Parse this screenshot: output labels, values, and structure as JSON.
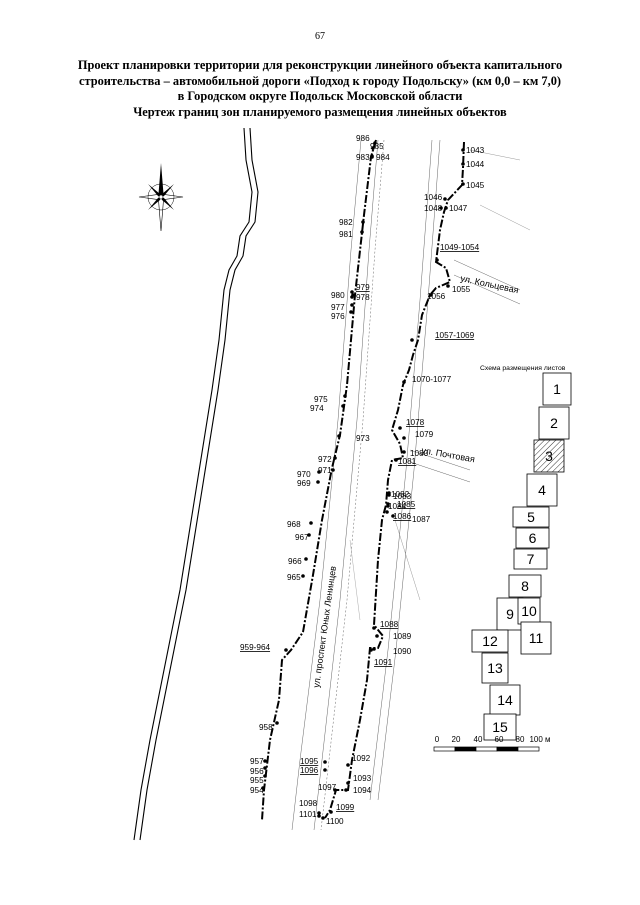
{
  "page_number": "67",
  "title": {
    "line1": "Проект планировки территории для реконструкции линейного объекта капитального",
    "line2": "строительства – автомобильной дороги «Подход к городу Подольску» (км 0,0 – км 7,0)",
    "line3": "в Городском округе Подольск Московской области",
    "line4": "Чертеж границ зон планируемого размещения линейных объектов"
  },
  "streets": {
    "koltsevaya": "ул. Кольцевая",
    "pochtovaya": "ул. Почтовая",
    "yunykh_lenintsev": "ул. проспект Юных Ленинцев"
  },
  "scheme": {
    "title": "Схема размещения листов",
    "active_sheet": "3",
    "sheets": [
      "1",
      "2",
      "3",
      "4",
      "5",
      "6",
      "7",
      "8",
      "9",
      "10",
      "11",
      "12",
      "13",
      "14",
      "15"
    ]
  },
  "scale_bar": {
    "ticks": [
      "0",
      "20",
      "40",
      "60",
      "80",
      "100 м"
    ]
  },
  "points": [
    {
      "label": "986"
    },
    {
      "label": "985"
    },
    {
      "label": "983"
    },
    {
      "label": "984"
    },
    {
      "label": "982"
    },
    {
      "label": "981"
    },
    {
      "label": "980"
    },
    {
      "label": "979"
    },
    {
      "label": "978"
    },
    {
      "label": "977"
    },
    {
      "label": "976"
    },
    {
      "label": "975"
    },
    {
      "label": "974"
    },
    {
      "label": "973"
    },
    {
      "label": "972"
    },
    {
      "label": "971"
    },
    {
      "label": "970"
    },
    {
      "label": "969"
    },
    {
      "label": "968"
    },
    {
      "label": "967"
    },
    {
      "label": "966"
    },
    {
      "label": "965"
    },
    {
      "label": "959-964"
    },
    {
      "label": "958"
    },
    {
      "label": "957"
    },
    {
      "label": "956"
    },
    {
      "label": "955"
    },
    {
      "label": "954"
    },
    {
      "label": "1043"
    },
    {
      "label": "1044"
    },
    {
      "label": "1045"
    },
    {
      "label": "1046"
    },
    {
      "label": "1048"
    },
    {
      "label": "1047"
    },
    {
      "label": "1049-1054"
    },
    {
      "label": "1055"
    },
    {
      "label": "1056"
    },
    {
      "label": "1057-1069"
    },
    {
      "label": "1070-1077"
    },
    {
      "label": "1078"
    },
    {
      "label": "1079"
    },
    {
      "label": "1080"
    },
    {
      "label": "1081"
    },
    {
      "label": "1082"
    },
    {
      "label": "1083"
    },
    {
      "label": "1084"
    },
    {
      "label": "1085"
    },
    {
      "label": "1086"
    },
    {
      "label": "1087"
    },
    {
      "label": "1088"
    },
    {
      "label": "1089"
    },
    {
      "label": "1090"
    },
    {
      "label": "1091"
    },
    {
      "label": "1092"
    },
    {
      "label": "1093"
    },
    {
      "label": "1094"
    },
    {
      "label": "1095"
    },
    {
      "label": "1096"
    },
    {
      "label": "1097"
    },
    {
      "label": "1098"
    },
    {
      "label": "1099"
    },
    {
      "label": "1101"
    },
    {
      "label": "1100"
    }
  ]
}
